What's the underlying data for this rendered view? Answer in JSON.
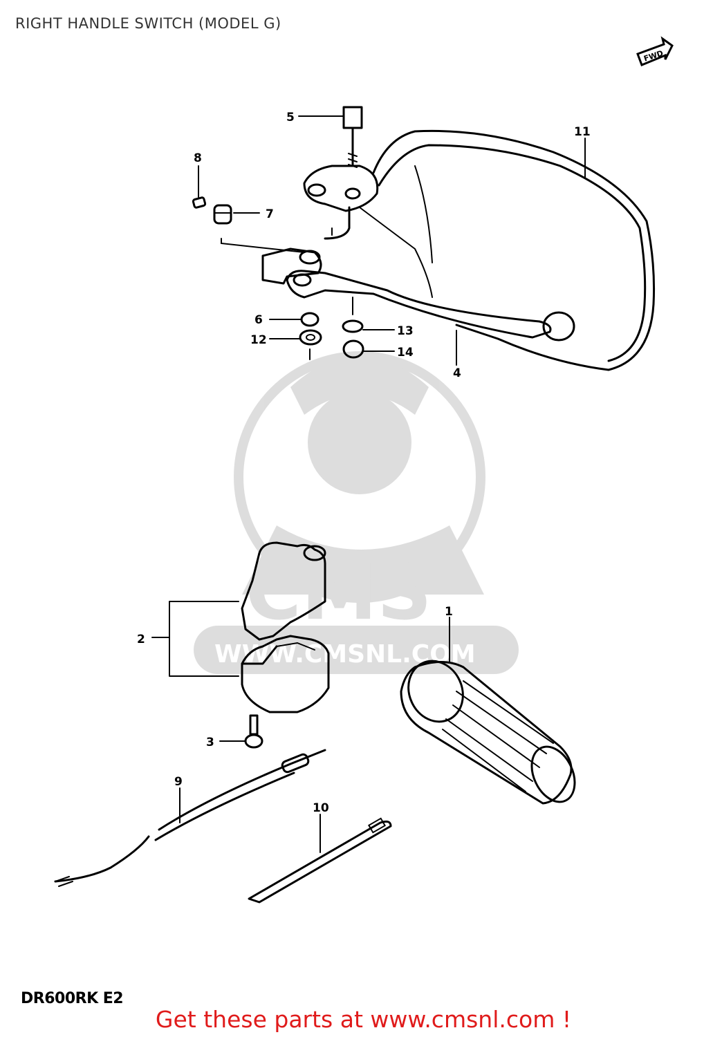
{
  "title": "RIGHT HANDLE SWITCH (MODEL G)",
  "model_code": "DR600RK E2",
  "footer": "Get these parts at www.cmsnl.com !",
  "watermark": {
    "logo_text": "CMS",
    "url_text": "WWW.CMSNL.COM"
  },
  "front_marker": "FWD",
  "callouts": {
    "1": "1",
    "2": "2",
    "3": "3",
    "4": "4",
    "5": "5",
    "6": "6",
    "7": "7",
    "8": "8",
    "9": "9",
    "10": "10",
    "11": "11",
    "12": "12",
    "13": "13",
    "14": "14"
  },
  "colors": {
    "footer": "#e01b1b",
    "watermark": "#d8d8d8",
    "ink": "#000000"
  }
}
